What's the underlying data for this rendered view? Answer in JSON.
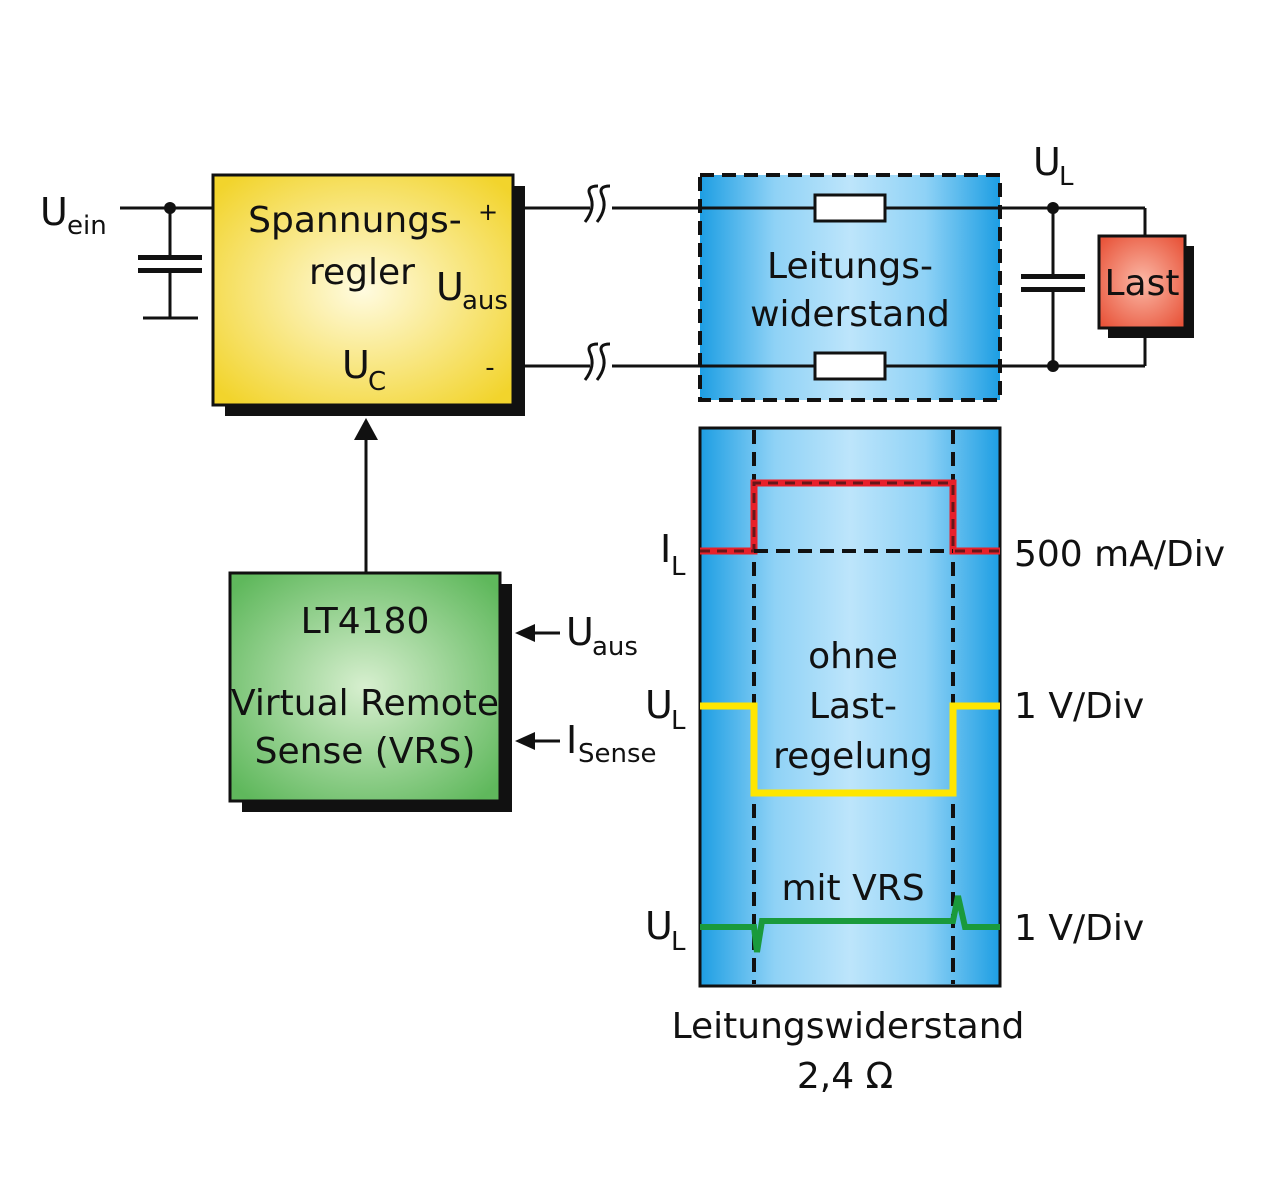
{
  "circuit": {
    "input_label": {
      "main": "U",
      "sub": "ein"
    },
    "regulator": {
      "title_line1": "Spannungs-",
      "title_line2": "regler",
      "out_label": {
        "main": "U",
        "sub": "aus"
      },
      "plus": "+",
      "minus": "-",
      "control_label": {
        "main": "U",
        "sub": "C"
      }
    },
    "line_resistance_box": {
      "line1": "Leitungs-",
      "line2": "widerstand"
    },
    "load_voltage_label": {
      "main": "U",
      "sub": "L"
    },
    "load": "Last",
    "vrs_chip": {
      "part": "LT4180",
      "line1": "Virtual Remote",
      "line2": "Sense (VRS)"
    },
    "vrs_inputs": [
      {
        "main": "U",
        "sub": "aus"
      },
      {
        "main": "I",
        "sub": "Sense"
      }
    ]
  },
  "scope": {
    "traces": [
      {
        "label_main": "I",
        "label_sub": "L",
        "scale": "500 mA/Div",
        "color": "#e8202a"
      },
      {
        "label_main": "U",
        "label_sub": "L",
        "scale": "1 V/Div",
        "color": "#ffe600"
      },
      {
        "label_main": "U",
        "label_sub": "L",
        "scale": "1 V/Div",
        "color": "#1a9a3c"
      }
    ],
    "mid_text": [
      "ohne",
      "Last-",
      "regelung"
    ],
    "vrs_text": "mit VRS",
    "caption_line1": "Leitungswiderstand",
    "caption_line2": "2,4 Ω"
  },
  "colors": {
    "regulator_fill": "#f5dc3c",
    "line_box_fill": "#2aa7e6",
    "load_fill": "#ee6a4e",
    "vrs_fill": "#7cc779"
  }
}
